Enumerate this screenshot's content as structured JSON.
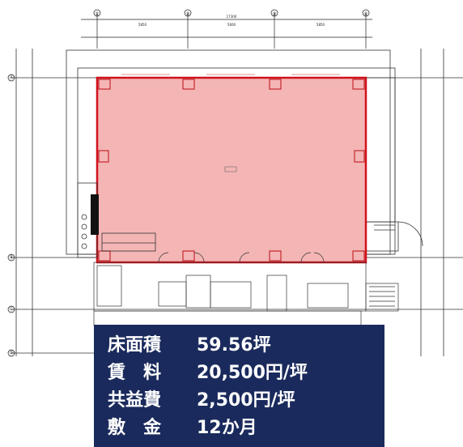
{
  "plan": {
    "grid_columns": [
      "①",
      "②",
      "③",
      "④"
    ],
    "grid_rows": [
      "Ⓐ",
      "Ⓑ",
      "Ⓒ",
      "Ⓓ"
    ],
    "total_width_dim": "17300",
    "span_dims": [
      "5850",
      "5600",
      "5850"
    ],
    "accent_fill": "#f4b5b5",
    "accent_stroke": "#d0121c"
  },
  "info": {
    "rows": [
      {
        "label": "床面積",
        "value": "59.56坪"
      },
      {
        "label": "賃　料",
        "value": "20,500円/坪"
      },
      {
        "label": "共益費",
        "value": "2,500円/坪"
      },
      {
        "label": "敷　金",
        "value": "12か月"
      }
    ]
  }
}
